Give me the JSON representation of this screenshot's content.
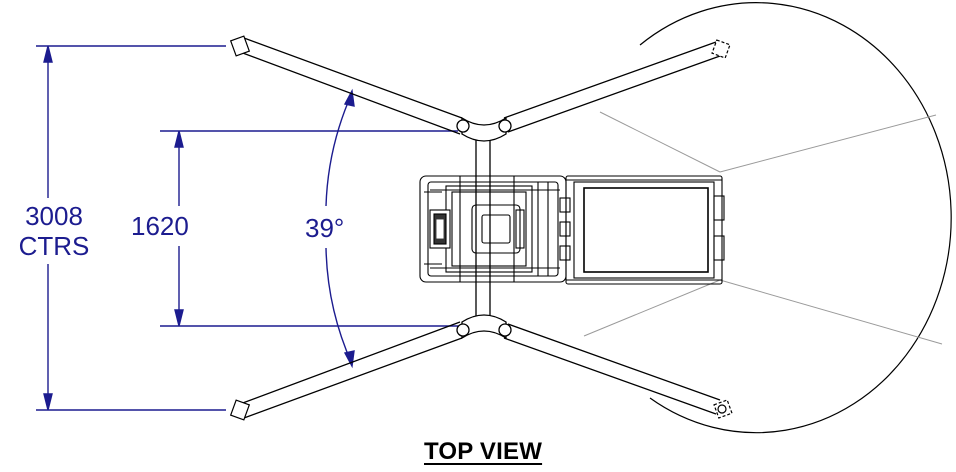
{
  "dimensions": {
    "outer_value": "3008",
    "outer_unit": "CTRS",
    "inner_value": "1620",
    "angle": "39°"
  },
  "title": "TOP VIEW",
  "colors": {
    "dimension": "#1c1c8f",
    "line": "#000000",
    "light_line": "#9a9a9a"
  }
}
